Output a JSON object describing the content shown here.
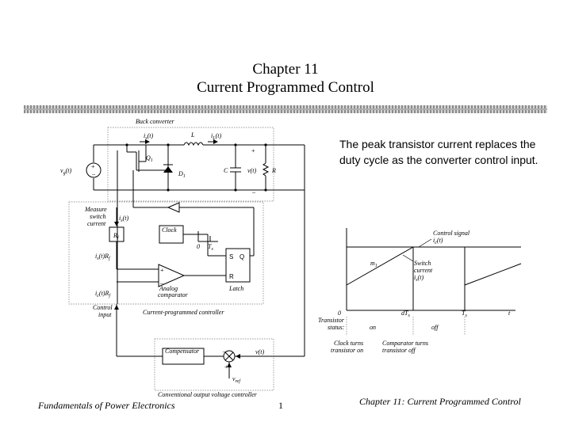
{
  "slide": {
    "title_line1": "Chapter 11",
    "title_line2": "Current Programmed Control",
    "note": "The peak transistor current replaces the duty cycle as the converter control input.",
    "footer_left": "Fundamentals of Power Electronics",
    "page_number": "1",
    "footer_right": "Chapter 11: Current Programmed Control"
  },
  "circuit": {
    "buck_label": "Buck converter",
    "is_label": "i",
    "is_sub": "s",
    "is_arg": "(t)",
    "inductor_label": "L",
    "il_label": "i",
    "il_sub": "L",
    "il_arg": "(t)",
    "q1_label": "Q",
    "q1_sub": "1",
    "d1_label": "D",
    "d1_sub": "1",
    "vg_label": "v",
    "vg_sub": "g",
    "vg_arg": "(t)",
    "plus": "+",
    "minus": "–",
    "c_label": "C",
    "vt_label": "v(t)",
    "r_label": "R",
    "measure_line1": "Measure",
    "measure_line2": "switch",
    "measure_line3": "current",
    "rf_label": "R",
    "rf_sub": "f",
    "isrf_label": "i",
    "isrf_sub": "s",
    "isrf_rest": "(t)R",
    "isrf_rest_sub": "f",
    "icrf_label": "i",
    "icrf_sub": "c",
    "icrf_rest": "(t)R",
    "icrf_rest_sub": "f",
    "clock_label": "Clock",
    "clock_zero": "0",
    "clock_ts": "T",
    "clock_ts_sub": "s",
    "latch_s": "S",
    "latch_q": "Q",
    "latch_r": "R",
    "latch_label": "Latch",
    "analog_line1": "Analog",
    "analog_line2": "comparator",
    "comp_plus": "+",
    "comp_minus": "–",
    "control_line1": "Control",
    "control_line2": "input",
    "cpc_label": "Current-programmed controller",
    "compensator_label": "Compensator",
    "vt_fb_label": "v(t)",
    "vref_label": "v",
    "vref_sub": "ref",
    "sum_plus": "+",
    "sum_minus": "–",
    "covc_label": "Conventional output voltage controller"
  },
  "waveform": {
    "control_line1": "Control signal",
    "control_label": "i",
    "control_sub": "c",
    "control_arg": "(t)",
    "slope_label": "m",
    "slope_sub": "1",
    "switch_line1": "Switch",
    "switch_line2": "current",
    "switch_label": "i",
    "switch_sub": "s",
    "switch_arg": "(t)",
    "t_zero": "0",
    "dts_label": "dT",
    "dts_sub": "s",
    "ts_label": "T",
    "ts_sub": "s",
    "t_axis": "t",
    "status_line1": "Transistor",
    "status_line2": "status:",
    "status_on": "on",
    "status_off": "off",
    "clock_line1": "Clock turns",
    "clock_line2": "transistor on",
    "comp_line1": "Comparator turns",
    "comp_line2": "transistor off"
  }
}
